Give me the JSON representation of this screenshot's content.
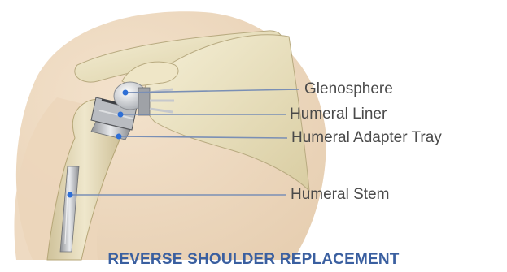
{
  "labels": {
    "glenosphere": "Glenosphere",
    "humeral_liner": "Humeral Liner",
    "humeral_adapter_tray": "Humeral Adapter Tray",
    "humeral_stem": "Humeral Stem"
  },
  "caption": "REVERSE SHOULDER REPLACEMENT",
  "colors": {
    "caption": "#3a5fa0",
    "leader_line": "#7a8fb5",
    "marker_dot": "#2e6fd6",
    "label_text": "#4a4a4a"
  }
}
